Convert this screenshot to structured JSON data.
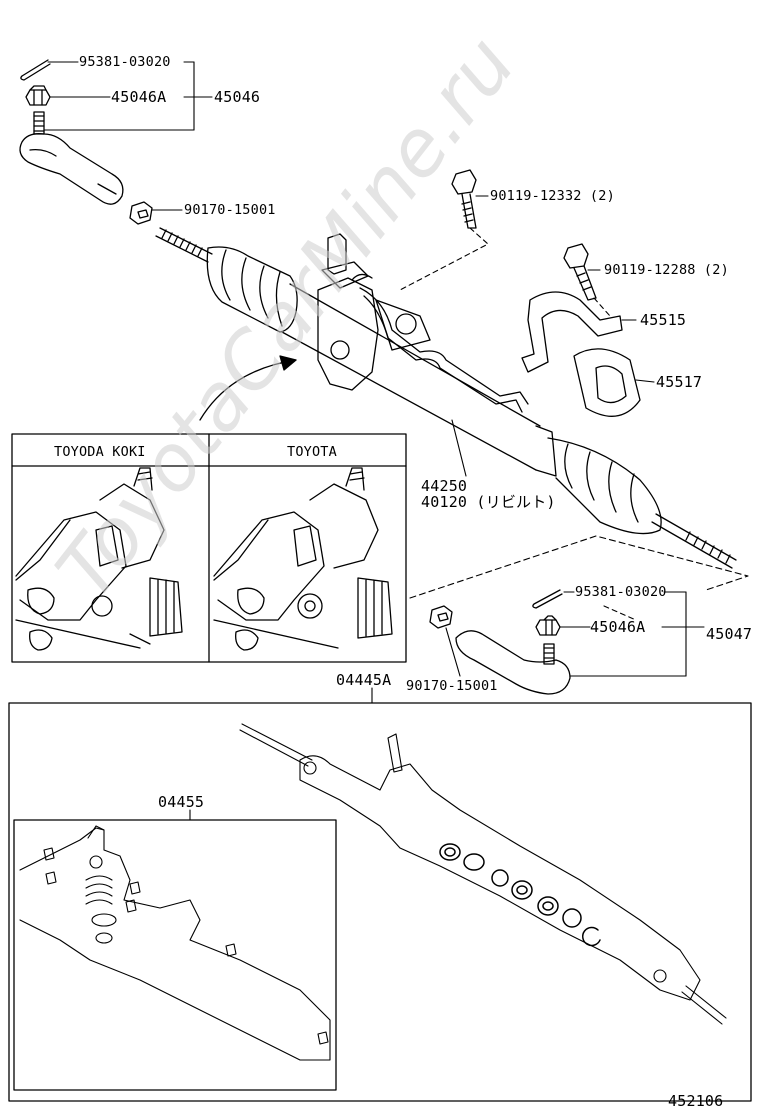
{
  "watermark": "ToyotaCarMine.ru",
  "diagram_code": "452106",
  "inset_panel": {
    "left_title": "TOYODA KOKI",
    "right_title": "TOYOTA"
  },
  "parts": {
    "cotter_pin_top": "95381-03020",
    "nut_top": "45046A",
    "tie_rod_end_left": "45046",
    "nut_left": "90170-15001",
    "bolt_upper": "90119-12332 (2)",
    "bolt_lower": "90119-12288 (2)",
    "bracket": "45515",
    "bushing": "45517",
    "gear_assy": "44250",
    "gear_assy_rebuilt": "40120 (リビルト)",
    "cotter_pin_right": "95381-03020",
    "nut_right": "45046A",
    "tie_rod_end_right": "45047",
    "nut_right_lower": "90170-15001",
    "gasket_kit": "04445A",
    "seal_kit": "04455"
  }
}
